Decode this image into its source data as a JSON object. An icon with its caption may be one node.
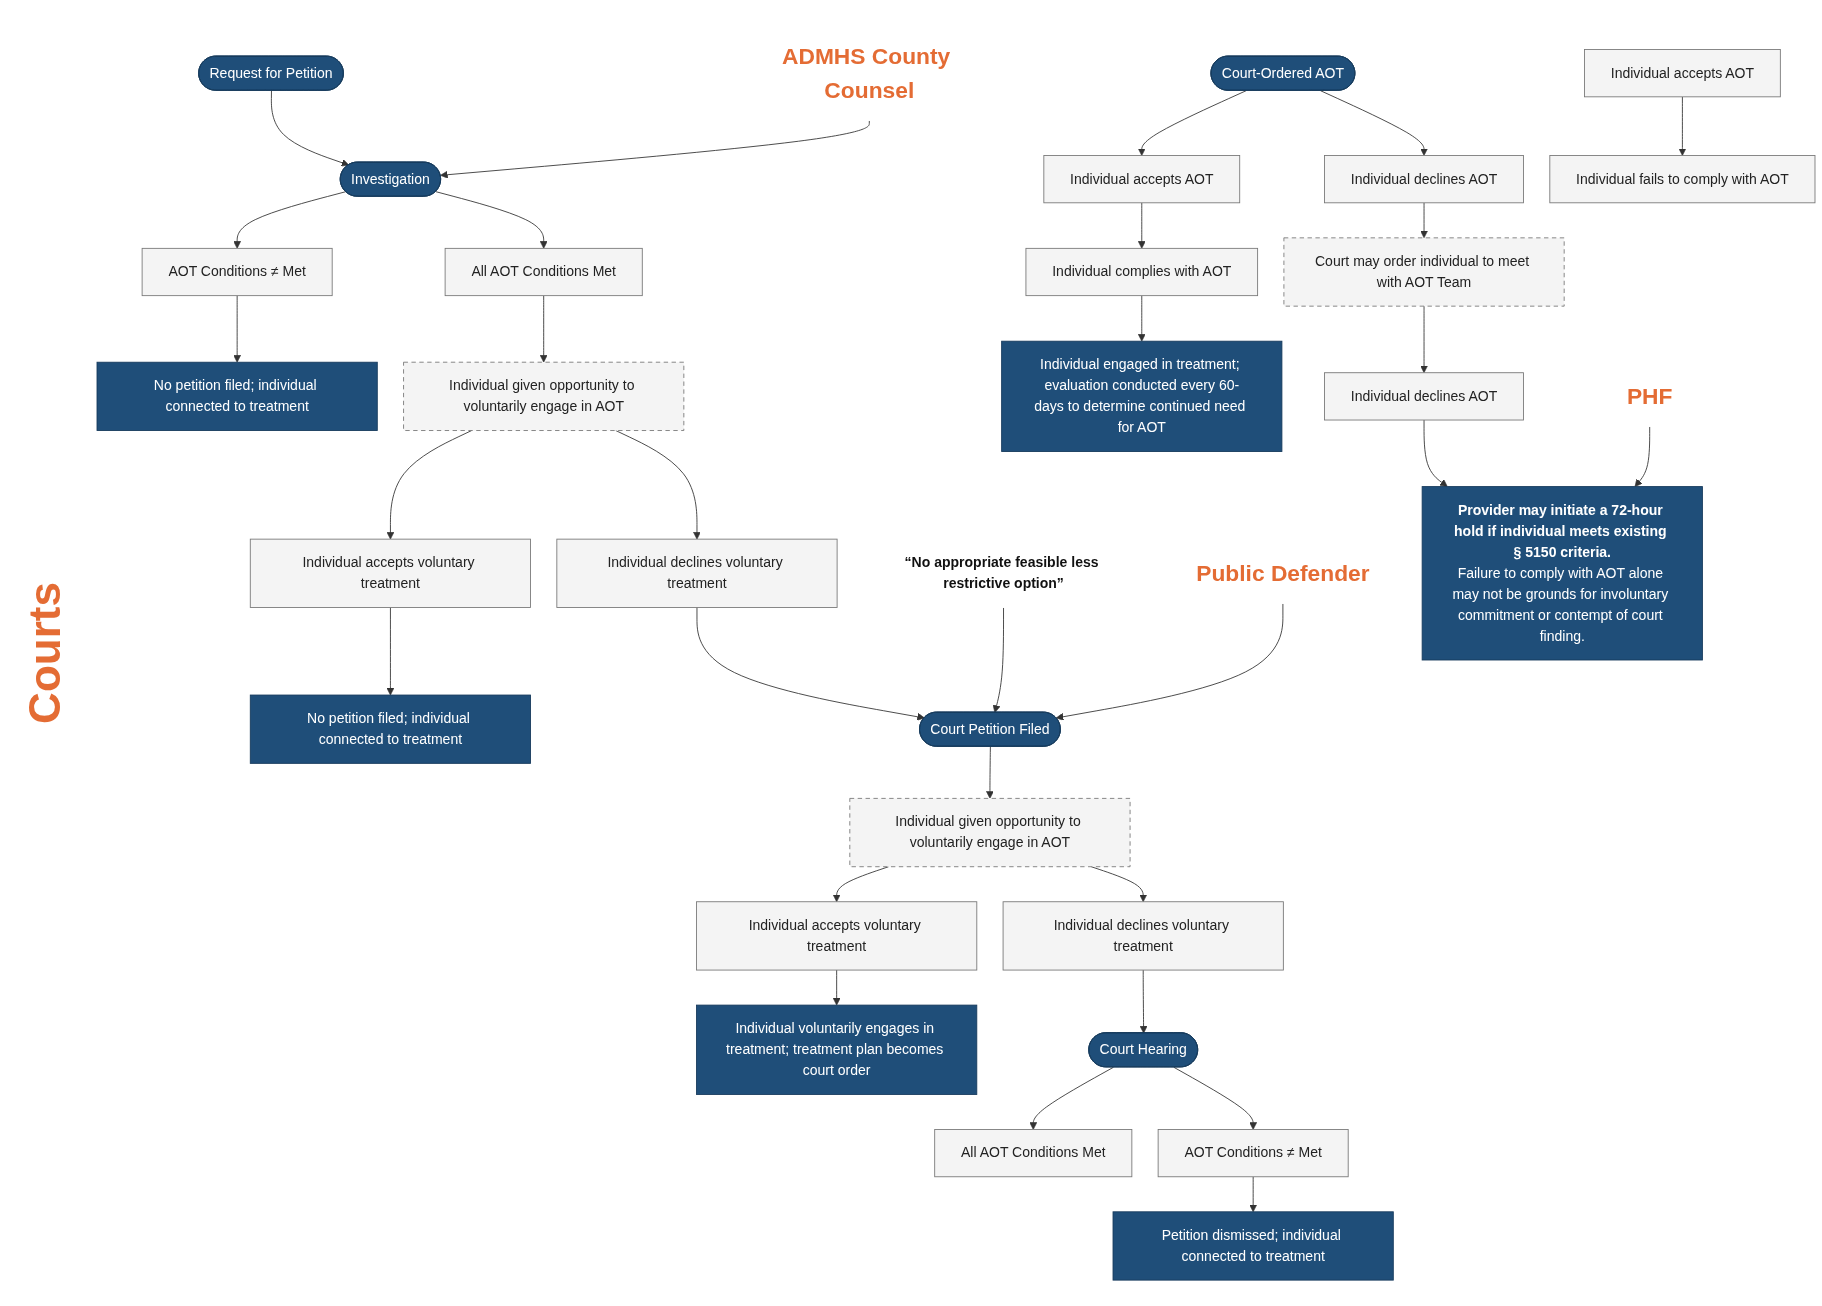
{
  "diagram": {
    "nodes": [
      {
        "text": [
          "Request for Petition"
        ]
      },
      {
        "text": [
          "Investigation"
        ]
      },
      {
        "text": [
          "ADMHS County Counsel"
        ]
      },
      {
        "text": [
          "All AOT Conditions Met"
        ]
      },
      {
        "text": [
          "AOT Conditions ≠ Met"
        ]
      },
      {
        "text": [
          "No petition filed; individual connected to treatment"
        ]
      },
      {
        "text": [
          "Individual given opportunity to voluntarily engage in AOT"
        ]
      },
      {
        "text": [
          "Individual declines voluntary treatment"
        ]
      },
      {
        "text": [
          "Individual accepts voluntary treatment"
        ]
      },
      {
        "text": [
          "No petition filed; individual connected to treatment"
        ]
      },
      {
        "text": [
          "“No appropriate feasible less restrictive option”"
        ]
      },
      {
        "text": [
          "Court Petition Filed"
        ]
      },
      {
        "text": [
          "Public Defender"
        ]
      },
      {
        "text": [
          "Individual given opportunity to voluntarily engage in AOT"
        ]
      },
      {
        "text": [
          "Individual declines voluntary treatment"
        ]
      },
      {
        "text": [
          "Individual accepts voluntary treatment"
        ]
      },
      {
        "text": [
          "Individual voluntarily engages in treatment; treatment plan becomes court order"
        ]
      },
      {
        "text": [
          "Court Hearing"
        ]
      },
      {
        "text": [
          "All AOT Conditions Met"
        ]
      },
      {
        "text": [
          "AOT Conditions ≠ Met"
        ]
      },
      {
        "text": [
          "Petition dismissed; individual connected to treatment"
        ]
      },
      {
        "text": [
          "Court-Ordered AOT"
        ]
      },
      {
        "text": [
          "Individual declines AOT"
        ]
      },
      {
        "text": [
          "Individual accepts AOT"
        ]
      },
      {
        "text": [
          "Individual complies with AOT"
        ]
      },
      {
        "text": [
          "Individual engaged in treatment; evaluation conducted every 60-days to determine continued need for AOT"
        ]
      },
      {
        "text": [
          "Individual accepts AOT"
        ]
      },
      {
        "text": [
          "Individual fails to comply with AOT"
        ]
      },
      {
        "text": [
          "Court may order individual to meet with AOT Team"
        ]
      },
      {
        "text": [
          "Individual declines AOT"
        ]
      },
      {
        "text": [
          "Provider may initiate a 72-hour hold if individual meets existing § 5150 criteria.",
          "Failure to comply with AOT alone may not be grounds for involuntary commitment or contempt of court finding."
        ]
      },
      {
        "text": [
          "PHF"
        ]
      }
    ],
    "edges": [
      {
        "from": 0,
        "to": 1,
        "arrow": "to"
      },
      {
        "from": 2,
        "to": 1,
        "arrow": "to"
      },
      {
        "from": 1,
        "to": 3,
        "arrow": "to"
      },
      {
        "from": 1,
        "to": 4,
        "arrow": "to"
      },
      {
        "from": 4,
        "to": 5,
        "arrow": "to"
      },
      {
        "from": 3,
        "to": 6,
        "arrow": "to"
      },
      {
        "from": 6,
        "to": 7,
        "arrow": "to"
      },
      {
        "from": 6,
        "to": 8,
        "arrow": "to"
      },
      {
        "from": 8,
        "to": 9,
        "arrow": "to"
      },
      {
        "from": 7,
        "to": 11,
        "arrow": "to"
      },
      {
        "from": 10,
        "to": 11,
        "arrow": "to"
      },
      {
        "from": 12,
        "to": 11,
        "arrow": "to"
      },
      {
        "from": 11,
        "to": 13,
        "arrow": "to"
      },
      {
        "from": 13,
        "to": 14,
        "arrow": "to"
      },
      {
        "from": 13,
        "to": 15,
        "arrow": "to"
      },
      {
        "from": 15,
        "to": 16,
        "arrow": "to"
      },
      {
        "from": 14,
        "to": 17,
        "arrow": "to"
      },
      {
        "from": 17,
        "to": 18,
        "arrow": "to"
      },
      {
        "from": 17,
        "to": 19,
        "arrow": "to"
      },
      {
        "from": 19,
        "to": 20,
        "arrow": "to"
      },
      {
        "from": 21,
        "to": 22,
        "arrow": "to"
      },
      {
        "from": 21,
        "to": 23,
        "arrow": "to"
      },
      {
        "from": 23,
        "to": 24,
        "arrow": "to"
      },
      {
        "from": 24,
        "to": 25,
        "arrow": "to"
      },
      {
        "from": 26,
        "to": 27,
        "arrow": "to"
      },
      {
        "from": 22,
        "to": 28,
        "arrow": "to"
      },
      {
        "from": 28,
        "to": 29,
        "arrow": "to"
      },
      {
        "from": 29,
        "to": 30,
        "arrow": "to"
      },
      {
        "from": 31,
        "to": 30,
        "arrow": "to"
      }
    ],
    "labels": [
      "Courts"
    ]
  }
}
